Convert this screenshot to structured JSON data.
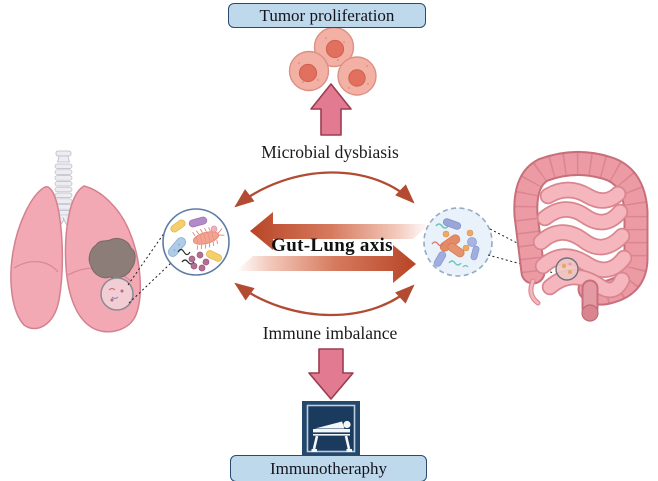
{
  "figure": {
    "name": "gut-lung-axis-diagram",
    "labels": {
      "tumor_proliferation": "Tumor proliferation",
      "microbial_dysbiasis": "Microbial dysbiasis",
      "gut_lung_axis": "Gut-Lung axis",
      "immune_imbalance": "Immune imbalance",
      "immunotherapy": "Immunotheraphy"
    },
    "icons": [
      "tumor-cells-icon",
      "up-arrow-icon",
      "dysbiosis-arc-arrow-icon",
      "lungs-icon",
      "lung-tumor-icon",
      "lung-microbiome-magnifier-icon",
      "gut-lung-double-arrow-icon",
      "gut-microbiome-magnifier-icon",
      "intestines-icon",
      "imbalance-arc-arrow-icon",
      "down-arrow-icon",
      "radiotherapy-bed-icon"
    ],
    "colors": {
      "box_fill": "#bed9ec",
      "box_border": "#2a4a70",
      "pink_arrow_fill": "#e27b92",
      "pink_arrow_border": "#9c3c50",
      "arc_arrow": "#b24b31",
      "gradient_arrow_dark": "#b84526",
      "lung_pink": "#f2a9b4",
      "intestine_pink": "#ec9ba4",
      "tumor_gray": "#8d7d78",
      "icon_navy": "#1a3a5e",
      "text": "#1b1b1b"
    }
  }
}
